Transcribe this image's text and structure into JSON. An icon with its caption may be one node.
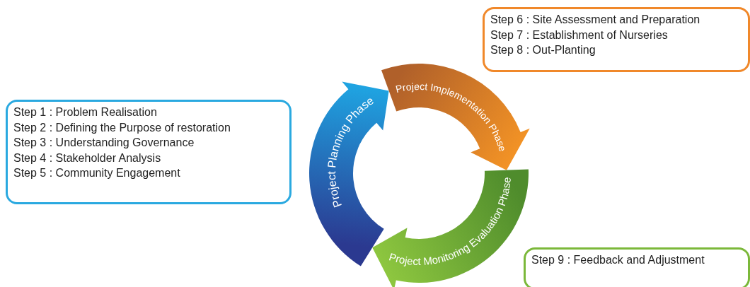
{
  "diagram": {
    "nodes": [
      {
        "text": [
          "Step 1 : Problem Realisation",
          "Step 2 : Defining the Purpose of restoration",
          "Step 3 : Understanding Governance",
          "Step 4 : Stakeholder Analysis",
          "Step 5 : Community Engagement"
        ]
      },
      {
        "text": [
          "Step 6 : Site Assessment and Preparation",
          "Step 7 : Establishment of Nurseries",
          "Step 8 : Out-Planting"
        ]
      },
      {
        "text": [
          "Step 9 : Feedback and Adjustment"
        ]
      },
      {
        "text": [
          "Project Planning Phase"
        ]
      },
      {
        "text": [
          "Project Implementation Phase"
        ]
      },
      {
        "text": [
          "Project Monitoring Evaluation Phase"
        ]
      }
    ]
  }
}
